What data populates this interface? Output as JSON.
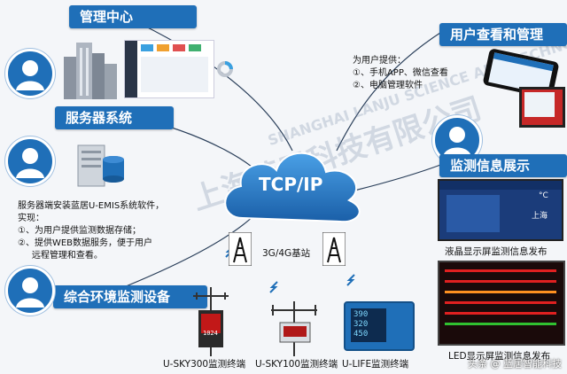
{
  "banners": {
    "management_center": "管理中心",
    "server_system": "服务器系统",
    "env_monitoring": "综合环境监测设备",
    "user_view": "用户查看和管理",
    "monitor_display": "监测信息展示"
  },
  "cloud_label": "TCP/IP",
  "base_station_label": "3G/4G基站",
  "server_desc": "服务器端安装蓝居U-EMIS系统软件，\n实现：\n①、为用户提供监测数据存储；\n②、提供WEB数据服务，便于用户\n     远程管理和查看。",
  "user_desc": "为用户提供：\n①、手机APP、微信查看\n②、电脑管理软件",
  "display_labels": {
    "lcd": "液晶显示屏监测信息发布",
    "led": "LED显示屏监测信息发布"
  },
  "lcd_screen": {
    "city": "上海",
    "temp": "°C"
  },
  "terminals": {
    "sky300": "U-SKY300监测终端",
    "sky100": "U-SKY100监测终端",
    "ulife": "U-LIFE监测终端"
  },
  "ulife_screen": {
    "v1": "390",
    "v2": "320",
    "v3": "450"
  },
  "sky300_screen": {
    "value": "1024"
  },
  "watermark": "上海蓝居科技有限公司",
  "watermark_en": "SHANGHAI LANJU SCIENCE AND TECHNOLOGY",
  "footer": "头条 @ 蓝居智能科技"
}
